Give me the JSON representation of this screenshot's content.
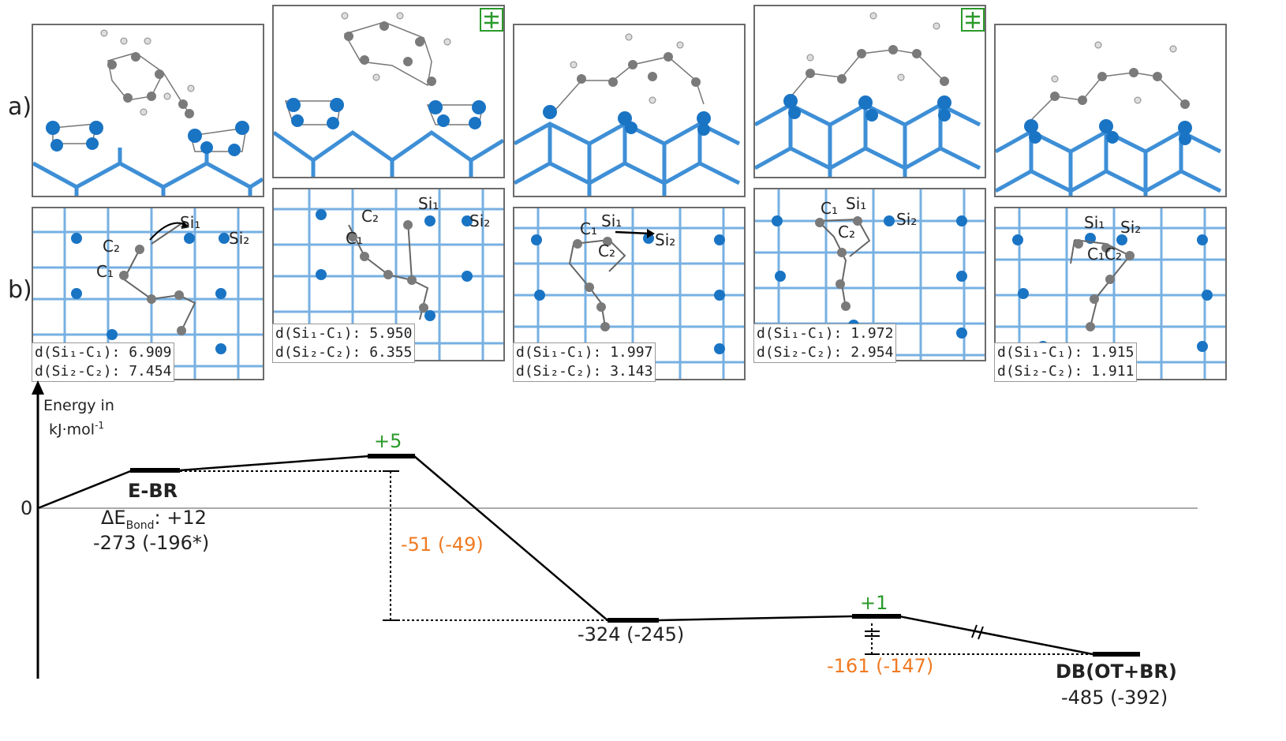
{
  "row_labels": {
    "a": "a)",
    "b": "b)"
  },
  "ts_symbol": "ǂ",
  "panels": [
    {
      "d1_label": "d(Si₁-C₁):",
      "d1_value": "6.909",
      "d2_label": "d(Si₂-C₂):",
      "d2_value": "7.454",
      "atoms": [
        "Si₁",
        "Si₂",
        "C₂",
        "C₁"
      ]
    },
    {
      "d1_label": "d(Si₁-C₁):",
      "d1_value": "5.950",
      "d2_label": "d(Si₂-C₂):",
      "d2_value": "6.355",
      "atoms": [
        "Si₁",
        "Si₂",
        "C₂",
        "C₁"
      ]
    },
    {
      "d1_label": "d(Si₁-C₁):",
      "d1_value": "1.997",
      "d2_label": "d(Si₂-C₂):",
      "d2_value": "3.143",
      "atoms": [
        "Si₁",
        "Si₂",
        "C₁",
        "C₂"
      ]
    },
    {
      "d1_label": "d(Si₁-C₁):",
      "d1_value": "1.972",
      "d2_label": "d(Si₂-C₂):",
      "d2_value": "2.954",
      "atoms": [
        "C₁",
        "Si₁",
        "Si₂",
        "C₂"
      ]
    },
    {
      "d1_label": "d(Si₁-C₁):",
      "d1_value": "1.915",
      "d2_label": "d(Si₂-C₂):",
      "d2_value": "1.911",
      "atoms": [
        "Si₁",
        "Si₂",
        "C₁C₂"
      ]
    }
  ],
  "energy": {
    "axis_label_1": "Energy in",
    "axis_label_2": "kJ·mol",
    "axis_label_sup": "-1",
    "zero_label": "0",
    "ebr_name": "E-BR",
    "ebr_bond_prefix": "ΔE",
    "ebr_bond_sub": "Bond",
    "ebr_bond_value": ": +12",
    "ebr_energy": "-273 (-196*)",
    "ts1_label": "+5",
    "barrier1": "-51 (-49)",
    "int_energy": "-324 (-245)",
    "ts2_label": "+1",
    "barrier2": "-161 (-147)",
    "final_name": "DB(OT+BR)",
    "final_energy": "-485 (-392)"
  },
  "colors": {
    "si": "#1a74c4",
    "lattice": "#3e8fd6",
    "carbon": "#7a7a7a",
    "ts": "#2a9a2a",
    "barrier": "#f07a22"
  }
}
